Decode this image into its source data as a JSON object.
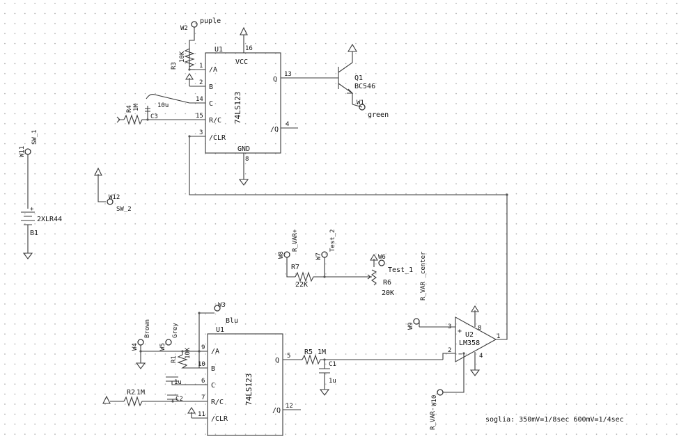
{
  "chips": {
    "u1_top": {
      "ref": "U1",
      "part": "74LS123",
      "vcc": "VCC",
      "gnd": "GND",
      "pins": {
        "p1": "1",
        "p2": "2",
        "p14": "14",
        "p15": "15",
        "p3": "3",
        "p16": "16",
        "p13": "13",
        "p4": "4",
        "p8": "8"
      },
      "labels": {
        "a": "/A",
        "b": "B",
        "c": "C",
        "rc": "R/C",
        "clr": "/CLR",
        "q": "Q",
        "qn": "/Q"
      }
    },
    "u1_bottom": {
      "ref": "U1",
      "part": "74LS123",
      "pins": {
        "p9": "9",
        "p10": "10",
        "p6": "6",
        "p7": "7",
        "p11": "11",
        "p5": "5",
        "p12": "12"
      },
      "labels": {
        "a": "/A",
        "b": "B",
        "c": "C",
        "rc": "R/C",
        "clr": "/CLR",
        "q": "Q",
        "qn": "/Q"
      }
    },
    "u2": {
      "ref": "U2",
      "part": "LM358",
      "pins": {
        "p3": "3",
        "p2": "2",
        "p8": "8",
        "p4": "4",
        "p1": "1"
      },
      "plus": "+",
      "minus": "−"
    }
  },
  "components": {
    "r3": {
      "ref": "R3",
      "value": "10K"
    },
    "r4": {
      "ref": "R4",
      "value": "1M"
    },
    "c3": {
      "ref": "C3",
      "value": "10u"
    },
    "q1": {
      "ref": "Q1",
      "part": "BC546"
    },
    "r7": {
      "ref": "R7",
      "value": "22K"
    },
    "r6": {
      "ref": "R6",
      "value": "20K"
    },
    "r1": {
      "ref": "R1",
      "value": "10K"
    },
    "c2": {
      "ref": "C2",
      "value": "1u"
    },
    "r2": {
      "ref": "R2",
      "value": "1M"
    },
    "r5": {
      "ref": "R5",
      "value": "1M"
    },
    "c1": {
      "ref": "C1",
      "value": "1u"
    },
    "b1": {
      "ref": "B1",
      "value": "2XLR44",
      "plus": "+"
    }
  },
  "wires": {
    "w2": {
      "ref": "W2",
      "name": "puple"
    },
    "w1": {
      "ref": "W1",
      "name": "green"
    },
    "w11": {
      "ref": "W11",
      "name": "SW_1"
    },
    "w12": {
      "ref": "W12",
      "name": "SW_2"
    },
    "w8": {
      "ref": "W8",
      "name": "R_VAR+"
    },
    "w7": {
      "ref": "W7",
      "name": "Test_2"
    },
    "w6": {
      "ref": "W6",
      "name": "Test_1"
    },
    "w6_extra": "R_VAR _center",
    "w3": {
      "ref": "W3",
      "name": "Blu"
    },
    "w4": {
      "ref": "W4",
      "name": "Brown"
    },
    "w5": {
      "ref": "W5",
      "name": "Grey"
    },
    "w9": {
      "ref": "W9",
      "name": ""
    },
    "w10": {
      "ref": "W10",
      "name": "R_VAR-"
    }
  },
  "note": "soglia: 350mV=1/8sec 600mV=1/4sec"
}
